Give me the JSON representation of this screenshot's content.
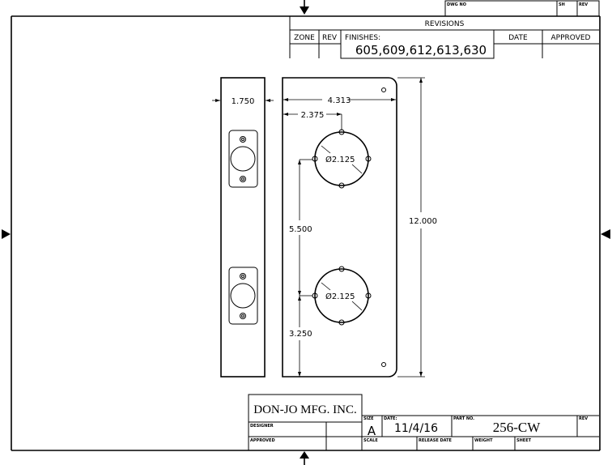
{
  "revisions": {
    "dwg_no_label": "DWG NO",
    "sh_label": "SH",
    "rev_label": "REV",
    "title": "REVISIONS",
    "columns": [
      "ZONE",
      "REV",
      "FINISHES:",
      "DATE",
      "APPROVED"
    ],
    "finishes": "605,609,612,613,630"
  },
  "dimensions": {
    "side_width": "1.750",
    "plate_width": "4.313",
    "hole_offset": "2.375",
    "hole_diameter_top": "Ø2.125",
    "hole_diameter_bottom": "Ø2.125",
    "hole_spacing": "5.500",
    "bottom_offset": "3.250",
    "height": "12.000"
  },
  "title_block": {
    "company": "DON-JO MFG. INC.",
    "designer_label": "DESIGNER",
    "approved_label": "APPROVED",
    "size_label": "SIZE",
    "size": "A",
    "date_label": "DATE:",
    "date": "11/4/16",
    "part_no_label": "PART NO.",
    "part_no": "256-CW",
    "rev_label": "REV",
    "scale_label": "SCALE",
    "release_date_label": "RELEASE DATE",
    "weight_label": "WEIGHT",
    "sheet_label": "SHEET"
  }
}
